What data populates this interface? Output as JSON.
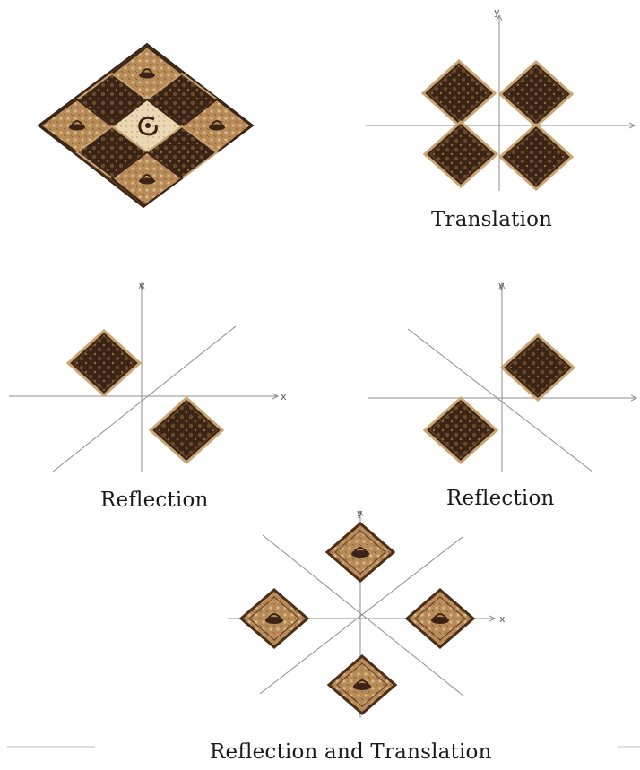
{
  "colors": {
    "tile_dark": "#3a2415",
    "tile_mid": "#5a3a22",
    "tile_light": "#c9a574",
    "tile_cream": "#ead7b4",
    "tile_dot": "#8a6a45",
    "axis": "#8c8c8c",
    "caption_text": "#1a1a1a"
  },
  "axis_labels": {
    "y": "y",
    "x": "x"
  },
  "captions": {
    "translation": "Translation",
    "reflection_left": "Reflection",
    "reflection_right": "Reflection",
    "reflection_translation": "Reflection and Translation"
  },
  "icons": {
    "tile": "batik-diamond-tile",
    "motif": "batik-center-motif"
  }
}
